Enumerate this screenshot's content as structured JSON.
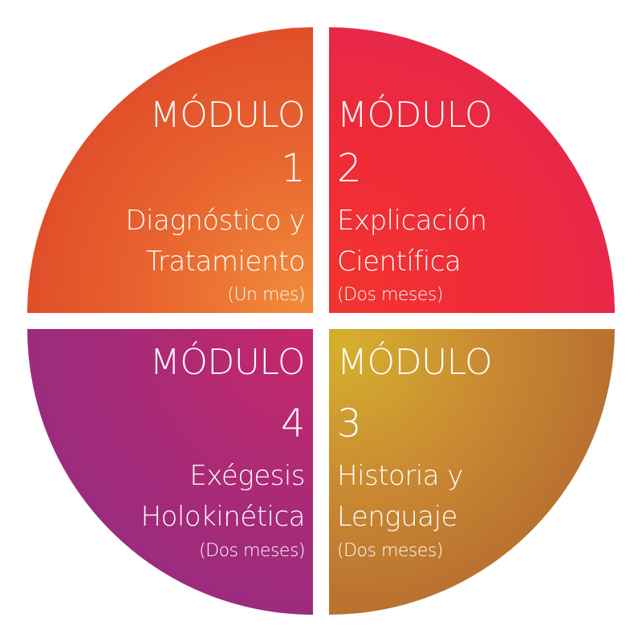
{
  "modules": [
    {
      "heading": "MÓDULO",
      "number": "1",
      "title_line1": "Diagnóstico y",
      "title_line2": "Tratamiento",
      "duration": "(Un mes)"
    },
    {
      "heading": "MÓDULO",
      "number": "2",
      "title_line1": "Explicación",
      "title_line2": "Científica",
      "duration": "(Dos meses)"
    },
    {
      "heading": "MÓDULO",
      "number": "3",
      "title_line1": "Historia y",
      "title_line2": "Lenguaje",
      "duration": "(Dos meses)"
    },
    {
      "heading": "MÓDULO",
      "number": "4",
      "title_line1": "Exégesis",
      "title_line2": "Holokinética",
      "duration": "(Dos meses)"
    }
  ],
  "colors": {
    "module1": "#e8632e",
    "module2": "#ee2a3a",
    "module3": "#c98832",
    "module4": "#a72a78",
    "text": "#ffffff"
  }
}
